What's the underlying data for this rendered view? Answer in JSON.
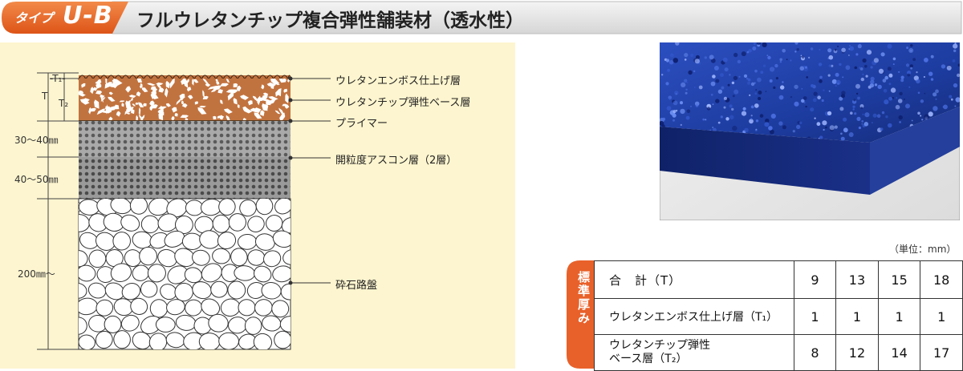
{
  "header": {
    "type_label": "タイプ",
    "type_code": "U-B",
    "title": "フルウレタンチップ複合弾性舗装材（透水性）"
  },
  "dimensions": {
    "t1": "-T₁-",
    "t": "T",
    "t2": "T₂",
    "d1": "30～40㎜",
    "d2": "40～50㎜",
    "d3": "200㎜～"
  },
  "layers": [
    "ウレタンエンボス仕上げ層",
    "ウレタンチップ弾性ベース層",
    "プライマー",
    "開粒度アスコン層（2層）",
    "砕石路盤"
  ],
  "colors": {
    "accent_orange": "#e8612a",
    "chip_layer": "#c1733f",
    "photo_blue": "#1d3ca0"
  },
  "table": {
    "unit": "（単位：mm）",
    "side_label": "標準厚み",
    "rows": [
      {
        "name": "合　計（T）",
        "values": [
          "9",
          "13",
          "15",
          "18"
        ]
      },
      {
        "name": "ウレタンエンボス仕上げ層（T₁）",
        "values": [
          "1",
          "1",
          "1",
          "1"
        ]
      },
      {
        "name_line1": "ウレタンチップ弾性",
        "name_line2": "ベース層（T₂）",
        "values": [
          "8",
          "12",
          "14",
          "17"
        ]
      }
    ]
  }
}
